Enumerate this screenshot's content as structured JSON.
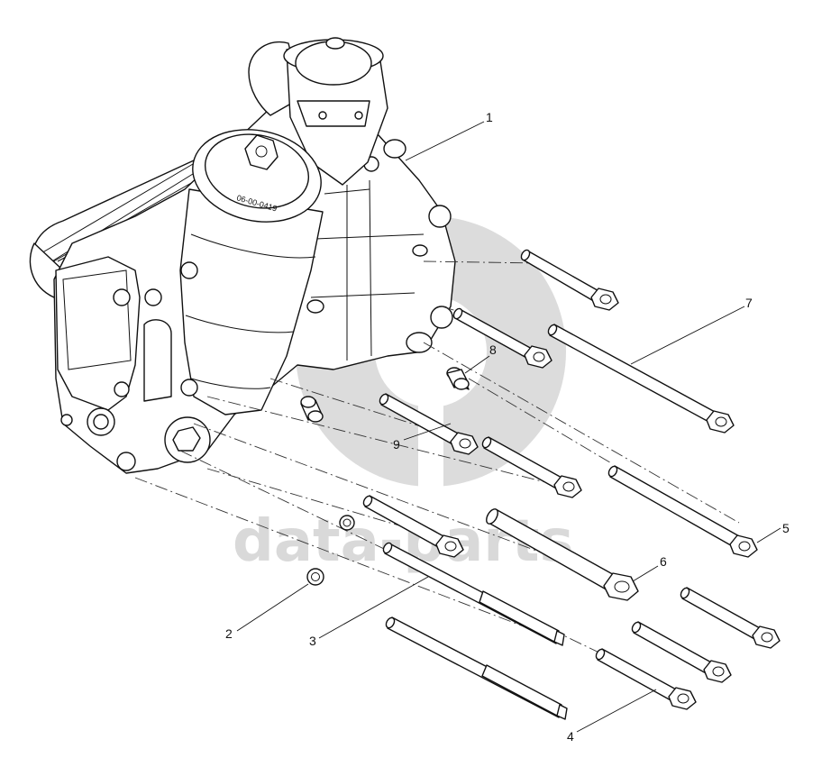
{
  "watermark": {
    "text": "data-parts",
    "color": "#d9d9d9"
  },
  "callouts": [
    {
      "id": "1",
      "label": "1"
    },
    {
      "id": "2",
      "label": "2"
    },
    {
      "id": "3",
      "label": "3"
    },
    {
      "id": "4",
      "label": "4"
    },
    {
      "id": "5",
      "label": "5"
    },
    {
      "id": "6",
      "label": "6"
    },
    {
      "id": "7",
      "label": "7"
    },
    {
      "id": "8",
      "label": "8"
    },
    {
      "id": "9",
      "label": "9"
    }
  ],
  "filter_cap_text": "06-00-0419",
  "line_color": "#111111"
}
